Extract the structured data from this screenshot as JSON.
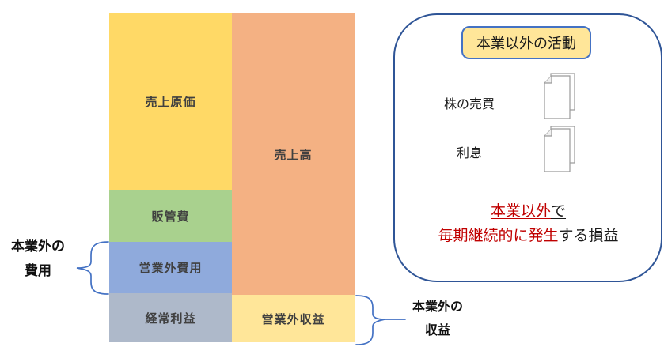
{
  "colors": {
    "cogs": "#FFD966",
    "sga": "#A9D18E",
    "nonop_expense": "#8FAADC",
    "ordinary_income": "#AEB9CA",
    "sales": "#F4B183",
    "nonop_income": "#FFE699",
    "brace": "#4472C4",
    "panel_border": "#2F5597",
    "title_box_border": "#4472C4",
    "title_box_bg": "#FFE699",
    "chart_text": "#404040",
    "note_red": "#C00000"
  },
  "chart": {
    "left_column": {
      "cogs": "売上原価",
      "sga": "販管費",
      "nonop_expense": "営業外費用",
      "ordinary_income": "経常利益"
    },
    "right_column": {
      "sales": "売上高",
      "nonop_income": "営業外収益"
    }
  },
  "side_labels": {
    "left_line1": "本業外の",
    "left_line2": "費用",
    "right_line1": "本業外の",
    "right_line2": "収益"
  },
  "panel": {
    "title": "本業以外の活動",
    "item1": "株の売買",
    "item2": "利息",
    "note": {
      "line1_red": "本業以外",
      "line1_black": "で",
      "line2_red": "毎期継続的に発生",
      "line2_black": "する損益"
    }
  }
}
